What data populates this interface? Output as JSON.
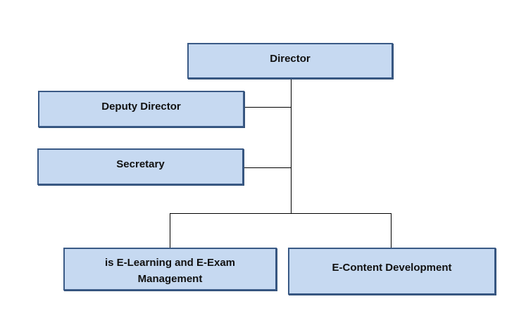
{
  "nodes": {
    "director": {
      "label": "Director"
    },
    "deputy_director": {
      "label": "Deputy Director"
    },
    "secretary": {
      "label": "Secretary"
    },
    "elearning": {
      "label": "is E-Learning and E-Exam Management"
    },
    "econtent": {
      "label": "E-Content Development"
    }
  },
  "colors": {
    "box_fill": "#c6d9f1",
    "box_border": "#3a5a86",
    "connector": "#000000"
  }
}
